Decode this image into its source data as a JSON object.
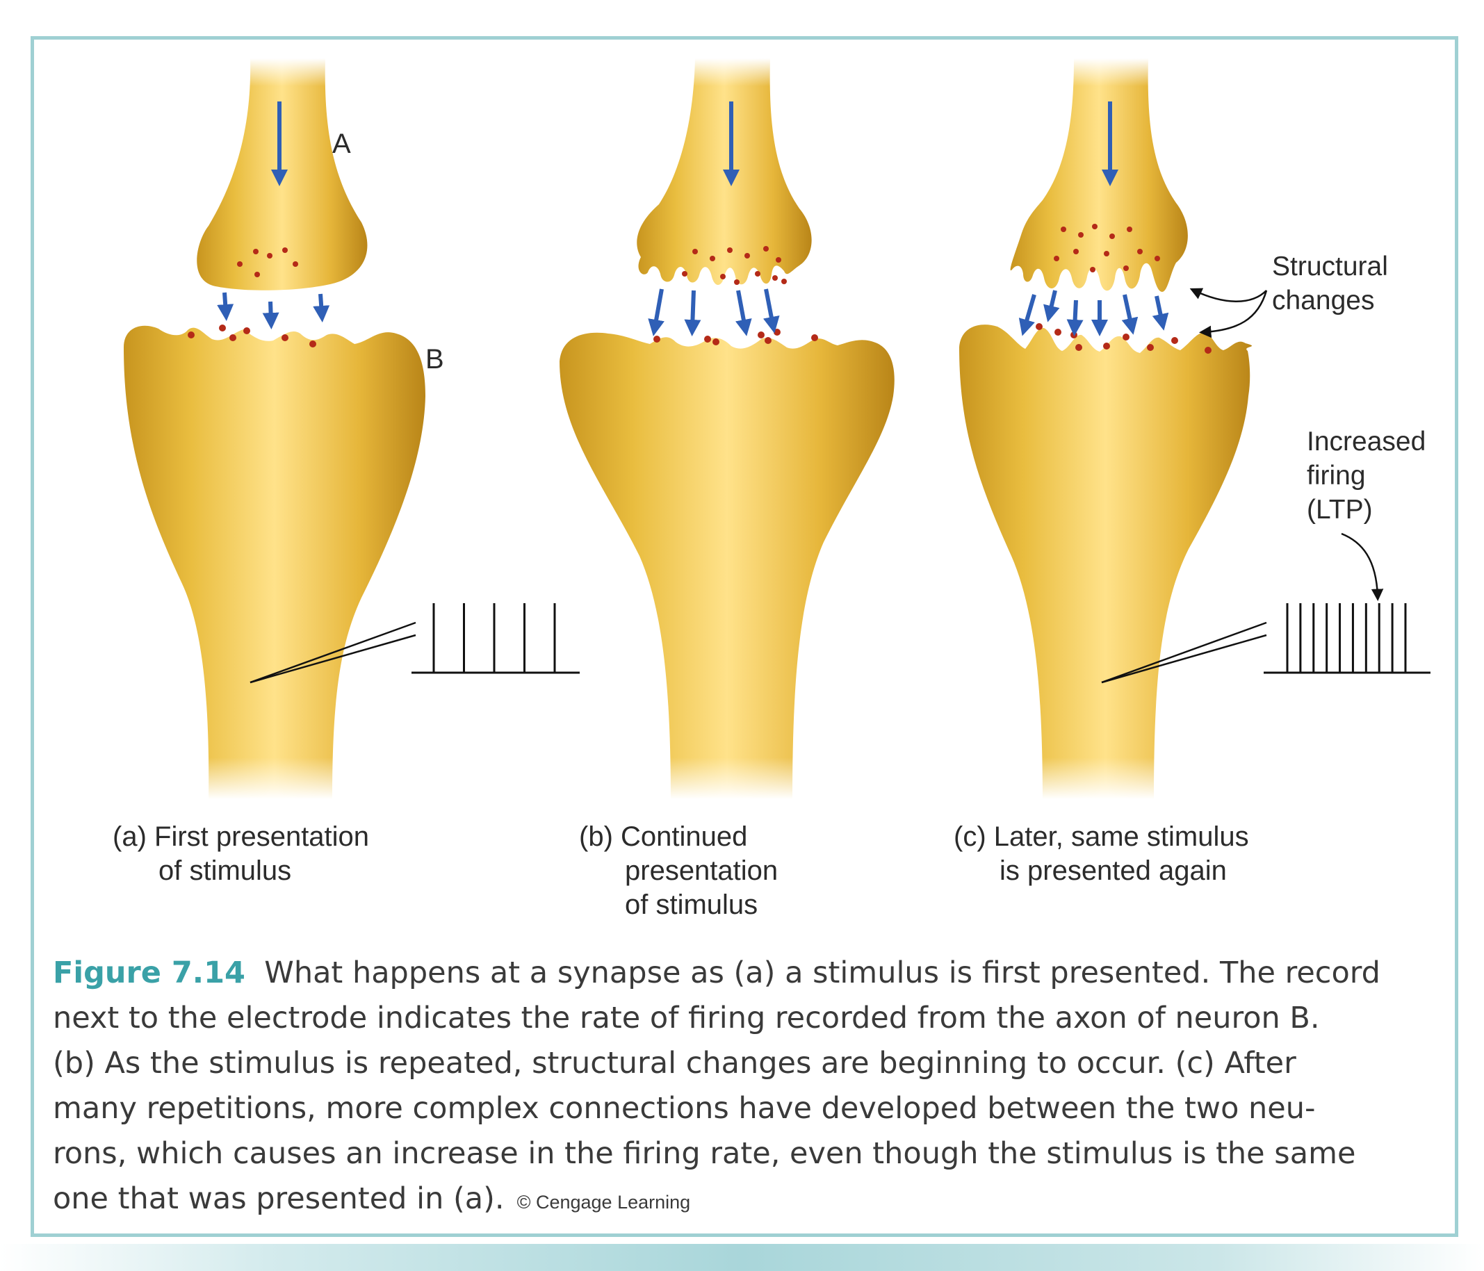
{
  "colors": {
    "neuron": "#e9bd3f",
    "neuron_light": "#ffe89a",
    "neuron_dark": "#c28f1c",
    "arrow": "#2f5fb6",
    "vesicle": "#b42a18",
    "frame": "#9fd0d3",
    "figure_label": "#3aa1a7"
  },
  "diagram": {
    "neuron_a_label": "A",
    "neuron_b_label": "B",
    "structural_changes_label": [
      "Structural",
      "changes"
    ],
    "increased_firing_label": [
      "Increased",
      "firing",
      "(LTP)"
    ]
  },
  "firing_records": {
    "panel_a_spike_count": 5,
    "panel_c_spike_count": 10
  },
  "panels": [
    {
      "id": "a",
      "letter": "(a)",
      "lines": [
        "First presentation",
        "of stimulus"
      ]
    },
    {
      "id": "b",
      "letter": "(b)",
      "lines": [
        "Continued",
        "presentation",
        "of stimulus"
      ]
    },
    {
      "id": "c",
      "letter": "(c)",
      "lines": [
        "Later, same stimulus",
        "is presented again"
      ]
    }
  ],
  "caption": {
    "figure_number": "Figure 7.14",
    "lines": [
      "What happens at a synapse as (a) a stimulus is first presented. The record",
      "next to the electrode indicates the rate of firing recorded from the axon of neuron B.",
      "(b) As the stimulus is repeated, structural changes are beginning to occur. (c) After",
      "many repetitions, more complex connections have developed between the two neu-",
      "rons, which causes an increase in the firing rate, even though the stimulus is the same",
      "one that was presented in (a)."
    ],
    "credit": "© Cengage Learning"
  }
}
